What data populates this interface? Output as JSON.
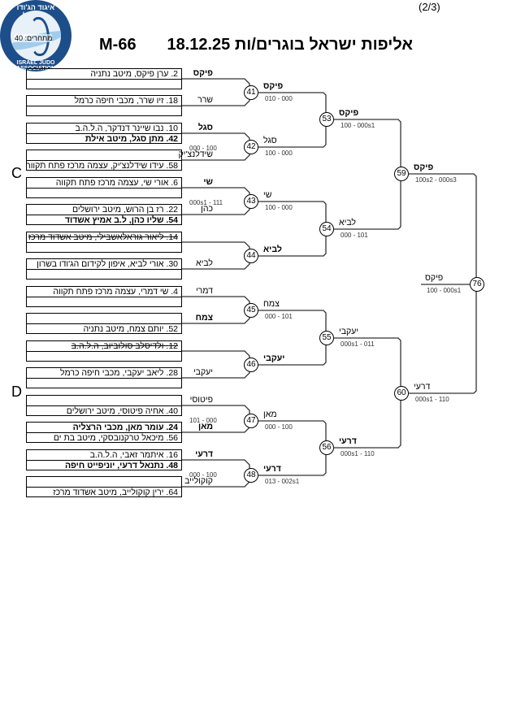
{
  "header": {
    "page_number": "(2/3)",
    "title": "אליפות ישראל בוגרים/ות  18.12.25",
    "weight_category": "M-66",
    "logo": {
      "ring_text_top": "איגוד הג'ודו בישראל",
      "ring_text_bottom": "ISRAEL JUDO ASSOCIATION",
      "participants_label": "מתחרים: 40"
    }
  },
  "side_labels": {
    "c": "C",
    "d": "D"
  },
  "round1": [
    {
      "match": "41",
      "athletes": [
        {
          "text": "2. ערן פיקס, מיטב נתניה",
          "style": ""
        },
        {
          "text": "",
          "style": ""
        },
        {
          "text": "18. זיו שרר, מכבי חיפה כרמל",
          "style": ""
        },
        {
          "text": "",
          "style": ""
        }
      ],
      "labels": [
        "פיקס",
        "שרר"
      ],
      "label_bold": [
        true,
        false
      ],
      "score": ""
    },
    {
      "match": "42",
      "athletes": [
        {
          "text": "10. נבו שיינר דנדקר, ה.ל.ה.ב",
          "style": ""
        },
        {
          "text": "42. מתן סגל, מיטב אילת",
          "style": "b"
        },
        {
          "text": "",
          "style": ""
        },
        {
          "text": "58. עידו שידלנצ'יק, עצמה מרכז פתח תקווה",
          "style": ""
        }
      ],
      "labels": [
        "סגל",
        "שידלנצ'יק"
      ],
      "label_bold": [
        true,
        false
      ],
      "score": "000 - 100"
    },
    {
      "match": "43",
      "athletes": [
        {
          "text": "6. אורי שי, עצמה מרכז פתח תקווה",
          "style": ""
        },
        {
          "text": "",
          "style": ""
        },
        {
          "text": "22. רז בן הרוש, מיטב ירושלים",
          "style": ""
        },
        {
          "text": "54. שליו כהן, ל.ב אמיץ אשדוד",
          "style": "b"
        }
      ],
      "labels": [
        "שי",
        "כהן"
      ],
      "label_bold": [
        true,
        false
      ],
      "score": "000s1 - 111"
    },
    {
      "match": "44",
      "athletes": [
        {
          "text": "14. ליאור גוראלאשבילי, מיטב אשדוד מרכז",
          "style": "s"
        },
        {
          "text": "",
          "style": ""
        },
        {
          "text": "30. אורי לביא, איפון לקידום הג'ודו בשרון",
          "style": ""
        },
        {
          "text": "",
          "style": ""
        }
      ],
      "labels": [
        "",
        "לביא"
      ],
      "label_bold": [
        false,
        false
      ],
      "score": ""
    },
    {
      "match": "45",
      "athletes": [
        {
          "text": "4. שי דמרי, עצמה מרכז פתח תקווה",
          "style": ""
        },
        {
          "text": "",
          "style": ""
        },
        {
          "text": "",
          "style": ""
        },
        {
          "text": "52. יותם צמח, מיטב נתניה",
          "style": ""
        }
      ],
      "labels": [
        "דמרי",
        "צמח"
      ],
      "label_bold": [
        false,
        true
      ],
      "score": ""
    },
    {
      "match": "46",
      "athletes": [
        {
          "text": "12. ולדיסלב סולוביוב, ה.ל.ה.ב",
          "style": "s"
        },
        {
          "text": "",
          "style": ""
        },
        {
          "text": "28. ליאב יעקבי, מכבי חיפה כרמל",
          "style": ""
        },
        {
          "text": "",
          "style": ""
        }
      ],
      "labels": [
        "",
        "יעקבי"
      ],
      "label_bold": [
        false,
        false
      ],
      "score": ""
    },
    {
      "match": "47",
      "athletes": [
        {
          "text": "",
          "style": ""
        },
        {
          "text": "40. אחיה פיטוסי, מיטב ירושלים",
          "style": ""
        },
        {
          "text": "24. עומר מאן, מכבי הרצליה",
          "style": "b"
        },
        {
          "text": "56. מיכאל טרקנובסקי, מיטב בת ים",
          "style": ""
        }
      ],
      "labels": [
        "פיטוסי",
        "מאן"
      ],
      "label_bold": [
        false,
        true
      ],
      "score": "101 - 000"
    },
    {
      "match": "48",
      "athletes": [
        {
          "text": "16. איתמר זאבי, ה.ל.ה.ב",
          "style": ""
        },
        {
          "text": "48. נתנאל דרעי, יוניפייט חיפה",
          "style": "b"
        },
        {
          "text": "",
          "style": ""
        },
        {
          "text": "64. ירין קוקולייב, מיטב אשדוד מרכז",
          "style": ""
        }
      ],
      "labels": [
        "דרעי",
        "קוקולייב"
      ],
      "label_bold": [
        true,
        false
      ],
      "score": "000 - 100"
    }
  ],
  "round2": [
    {
      "match": "41",
      "winner": "פיקס",
      "bold": true,
      "score": "010 - 000"
    },
    {
      "match": "42",
      "winner": "סגל",
      "bold": false,
      "score": "100 - 000"
    },
    {
      "match": "43",
      "winner": "שי",
      "bold": false,
      "score": "100 - 000"
    },
    {
      "match": "44",
      "winner": "לביא",
      "bold": true,
      "score": ""
    },
    {
      "match": "45",
      "winner": "צמח",
      "bold": false,
      "score": "000 - 101"
    },
    {
      "match": "46",
      "winner": "יעקבי",
      "bold": true,
      "score": ""
    },
    {
      "match": "47",
      "winner": "מאן",
      "bold": false,
      "score": "000 - 100"
    },
    {
      "match": "48",
      "winner": "דרעי",
      "bold": true,
      "score": "013 - 002s1"
    }
  ],
  "round3": [
    {
      "match": "53",
      "winner": "פיקס",
      "bold": true,
      "score": "100 - 000s1"
    },
    {
      "match": "54",
      "winner": "לביא",
      "bold": false,
      "score": "000 - 101"
    },
    {
      "match": "55",
      "winner": "יעקבי",
      "bold": false,
      "score": "000s1 - 011"
    },
    {
      "match": "56",
      "winner": "דרעי",
      "bold": true,
      "score": "000s1 - 110"
    }
  ],
  "round4": [
    {
      "match": "59",
      "winner": "פיקס",
      "bold": true,
      "score": "100s2 - 000s3"
    },
    {
      "match": "60",
      "winner": "דרעי",
      "bold": false,
      "score": "000s1 - 110"
    }
  ],
  "final": {
    "match": "76",
    "winner": "פיקס",
    "bold": false,
    "score": "100 - 000s1"
  }
}
